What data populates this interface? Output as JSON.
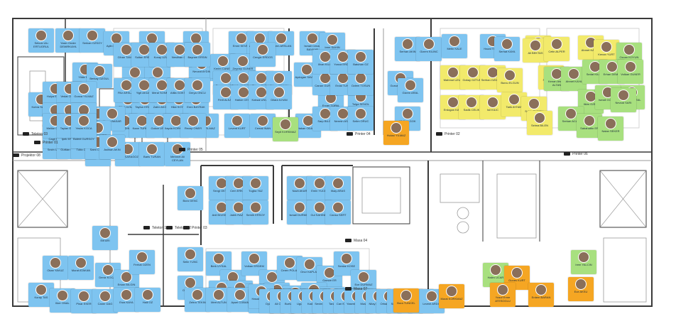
{
  "colors": {
    "standard": "#7ec4f0",
    "team_yellow": "#f2ea6b",
    "team_green": "#a8e07f",
    "manager_orange": "#f5a623",
    "purple": "#c99be0",
    "red": "#e11b1b",
    "wall": "#3a3a3a",
    "light_wall": "#9a9a9a",
    "floor_line": "#c8c8c8"
  },
  "people": [
    {
      "name": "Selcuk Ulu ERTUGRUL",
      "color": "standard"
    },
    {
      "name": "Yasin Onder DEMIRKAYA",
      "color": "standard"
    },
    {
      "name": "Serkan OZSOY",
      "color": "standard"
    },
    {
      "name": "Aylin BAYKARA",
      "color": "standard"
    },
    {
      "name": "Oguz Gokhan ERDOGAN",
      "color": "standard"
    },
    {
      "name": "Huseyin ERCAN",
      "color": "standard"
    },
    {
      "name": "Emre SEVER",
      "color": "standard"
    },
    {
      "name": "Ahmet Ali CETIN",
      "color": "standard"
    },
    {
      "name": "Erdem ARSLAN",
      "color": "standard"
    },
    {
      "name": "Ismail Cenan BAYKAR",
      "color": "standard"
    },
    {
      "name": "Yildiz KOC",
      "color": "standard"
    },
    {
      "name": "Berkay OZGUL",
      "color": "standard"
    },
    {
      "name": "Fatih KELES",
      "color": "standard"
    },
    {
      "name": "Erman OZDEMIR",
      "color": "standard"
    },
    {
      "name": "Nevzat AYDIN",
      "color": "standard"
    },
    {
      "name": "Kerim CANER",
      "color": "standard"
    },
    {
      "name": "Zeynep GUNER",
      "color": "standard"
    },
    {
      "name": "Cengiz ERDOS",
      "color": "standard"
    },
    {
      "name": "Aydogan SAVRAN",
      "color": "standard"
    },
    {
      "name": "Gokay GUNAL",
      "color": "standard"
    },
    {
      "name": "Serhan AKIN",
      "color": "standard"
    },
    {
      "name": "Gizem KILINC",
      "color": "standard"
    },
    {
      "name": "Gurcan ORMAN",
      "color": "standard"
    },
    {
      "name": "Ercan TOPAL",
      "color": "standard"
    },
    {
      "name": "Burak YILMAZ",
      "color": "standard"
    },
    {
      "name": "Levent KURT",
      "color": "standard"
    },
    {
      "name": "Cemal INAN",
      "color": "standard"
    },
    {
      "name": "Hakan ODABASI",
      "color": "standard"
    },
    {
      "name": "Meltem GOK",
      "color": "standard"
    },
    {
      "name": "Irem SAHIN",
      "color": "standard"
    },
    {
      "name": "Yusuf TOPRAK",
      "color": "standard"
    },
    {
      "name": "Melis KARAGOZ",
      "color": "standard"
    },
    {
      "name": "Baris TURAN",
      "color": "standard"
    },
    {
      "name": "Mehmet Ali CEYLAN",
      "color": "standard"
    },
    {
      "name": "Sinan OZKAN",
      "color": "standard"
    },
    {
      "name": "Tolga SENOL",
      "color": "standard"
    },
    {
      "name": "Kubra SAYGILI",
      "color": "standard"
    },
    {
      "name": "Okan YAVUZ",
      "color": "standard"
    },
    {
      "name": "Murat ATAKAN",
      "color": "standard"
    },
    {
      "name": "Deniz KOCAK",
      "color": "standard"
    },
    {
      "name": "Erkan BILGIN",
      "color": "standard"
    },
    {
      "name": "Ferhat OZEN",
      "color": "standard"
    },
    {
      "name": "Selin TUNC",
      "color": "standard"
    },
    {
      "name": "Ozan CELIK",
      "color": "standard"
    },
    {
      "name": "Berk UYSAL",
      "color": "standard"
    },
    {
      "name": "Derya AKSOY",
      "color": "standard"
    },
    {
      "name": "Volkan ERDEM",
      "color": "standard"
    },
    {
      "name": "Ayse YILDIZ",
      "color": "standard"
    },
    {
      "name": "Ceren POLAT",
      "color": "standard"
    },
    {
      "name": "Onur KAPLAN",
      "color": "standard"
    },
    {
      "name": "Gamze ER",
      "color": "standard"
    },
    {
      "name": "Serdar KOSE",
      "color": "standard"
    },
    {
      "name": "Ece DURMAZ",
      "color": "standard"
    },
    {
      "name": "Tarik UNAL",
      "color": "standard"
    },
    {
      "name": "Hande BAL",
      "color": "standard"
    },
    {
      "name": "Emel CAN",
      "color": "standard"
    },
    {
      "name": "Alper GUL",
      "color": "standard"
    },
    {
      "name": "Nur ASLAN",
      "color": "standard"
    },
    {
      "name": "Umut KARA",
      "color": "standard"
    },
    {
      "name": "Burcu SEN",
      "color": "standard"
    },
    {
      "name": "Koray TAS",
      "color": "standard"
    },
    {
      "name": "Ilker ONAL",
      "color": "standard"
    },
    {
      "name": "Pinar EKER",
      "color": "standard"
    },
    {
      "name": "Caner DAG",
      "color": "standard"
    },
    {
      "name": "Esra KAYA",
      "color": "standard"
    },
    {
      "name": "Halil OZ",
      "color": "standard"
    },
    {
      "name": "Zehra TEKIN",
      "color": "standard"
    },
    {
      "name": "Mert ALTUN",
      "color": "standard"
    },
    {
      "name": "Aysel COBAN",
      "color": "standard"
    },
    {
      "name": "Kenan ISIK",
      "color": "standard"
    },
    {
      "name": "Seda BOZ",
      "color": "standard"
    },
    {
      "name": "Ufuk ERGIN",
      "color": "standard"
    },
    {
      "name": "Nihat SARI",
      "color": "standard"
    },
    {
      "name": "Rabia KOC",
      "color": "standard"
    },
    {
      "name": "Yavuz DEMIR",
      "color": "standard"
    },
    {
      "name": "Elif ARI",
      "color": "standard"
    },
    {
      "name": "Bora GENC",
      "color": "standard"
    },
    {
      "name": "Sevgi OKTAY",
      "color": "standard"
    },
    {
      "name": "Cem ERKOC",
      "color": "standard"
    },
    {
      "name": "Tugba YAZ",
      "color": "standard"
    },
    {
      "name": "Anil BOZKURT",
      "color": "standard"
    },
    {
      "name": "Jaleh RAZAVI",
      "color": "standard"
    },
    {
      "name": "Semih ERSOY",
      "color": "standard"
    },
    {
      "name": "Nazli AKAR",
      "color": "standard"
    },
    {
      "name": "Emin YUCEL",
      "color": "standard"
    },
    {
      "name": "Ilkay ARAS",
      "color": "standard"
    },
    {
      "name": "Ismail DURMUS",
      "color": "standard"
    },
    {
      "name": "Gul SAHINER",
      "color": "standard"
    },
    {
      "name": "Cansu SERT",
      "color": "standard"
    },
    {
      "name": "Hasan GUNES",
      "color": "standard"
    },
    {
      "name": "Oya KILIC",
      "color": "standard"
    },
    {
      "name": "Ali OZTURK",
      "color": "standard"
    },
    {
      "name": "Burhan EMIR",
      "color": "standard"
    },
    {
      "name": "Ugur ATES",
      "color": "standard"
    },
    {
      "name": "Kader KAN",
      "color": "standard"
    },
    {
      "name": "Sevim DONMEZ",
      "color": "standard"
    },
    {
      "name": "Taner ASIK",
      "color": "standard"
    },
    {
      "name": "Can KARAMAN",
      "color": "standard"
    },
    {
      "name": "Yasemin ERBAS",
      "color": "standard"
    },
    {
      "name": "Mustafa ER",
      "color": "standard"
    },
    {
      "name": "Nilay DEMIRCI",
      "color": "standard"
    },
    {
      "name": "Orhan YAPICI",
      "color": "standard"
    },
    {
      "name": "Sena CELEBI",
      "color": "standard"
    },
    {
      "name": "Engin OZER",
      "color": "standard"
    },
    {
      "name": "Derin KAYNAR",
      "color": "standard"
    },
    {
      "name": "Levent ARDIC",
      "color": "standard"
    },
    {
      "name": "Sibel OZKAYA",
      "color": "standard"
    },
    {
      "name": "Tayfun ERGUN",
      "color": "standard"
    },
    {
      "name": "Zafer AKGUN",
      "color": "standard"
    },
    {
      "name": "Hilal SOYLU",
      "color": "standard"
    },
    {
      "name": "Eren BAYRAK",
      "color": "standard"
    },
    {
      "name": "Lale DINC",
      "color": "standard"
    },
    {
      "name": "Kaan TURKER",
      "color": "standard"
    },
    {
      "name": "Gokce USTA",
      "color": "standard"
    },
    {
      "name": "Ilayda KORKMAZ",
      "color": "standard"
    },
    {
      "name": "Recep ONER",
      "color": "standard"
    },
    {
      "name": "Duygu KESKIN",
      "color": "standard"
    },
    {
      "name": "Harun BASAR",
      "color": "standard"
    },
    {
      "name": "Bahar YENER",
      "color": "standard"
    },
    {
      "name": "Omer SEZER",
      "color": "standard"
    },
    {
      "name": "Sezin UCAR",
      "color": "standard"
    },
    {
      "name": "Gurkan ONAY",
      "color": "standard"
    },
    {
      "name": "Tuba ORAL",
      "color": "standard"
    },
    {
      "name": "Sami CINAR",
      "color": "standard"
    },
    {
      "name": "Aslihan AKIN",
      "color": "standard"
    },
    {
      "name": "Cagri KUS",
      "color": "standard"
    },
    {
      "name": "Ipek ERSAN",
      "color": "standard"
    },
    {
      "name": "Bulent GURSOY",
      "color": "standard"
    },
    {
      "name": "Hulya ERTAS",
      "color": "standard"
    },
    {
      "name": "Vedat OZSOY",
      "color": "standard"
    },
    {
      "name": "Gonca YILMAZ",
      "color": "standard"
    },
    {
      "name": "Arda EROL",
      "color": "standard"
    },
    {
      "name": "Nesrin BALCI",
      "color": "standard"
    },
    {
      "name": "Oktay SAHIN",
      "color": "standard"
    },
    {
      "name": "Melike CAKIR",
      "color": "standard"
    },
    {
      "name": "Taylan EVREN",
      "color": "standard"
    },
    {
      "name": "Yesim KOCA",
      "color": "standard"
    },
    {
      "name": "Cihan TANER",
      "color": "standard"
    },
    {
      "name": "Sultan ERBAY",
      "color": "standard"
    },
    {
      "name": "Koray UZUN",
      "color": "standard"
    },
    {
      "name": "Neslihan OK",
      "color": "standard"
    },
    {
      "name": "Bayram ERSIN",
      "color": "standard"
    },
    {
      "name": "Filiz ARSLAN",
      "color": "standard"
    },
    {
      "name": "Yigit AKDAG",
      "color": "standard"
    },
    {
      "name": "Meral SONMEZ",
      "color": "standard"
    },
    {
      "name": "Atilla GOKTAS",
      "color": "standard"
    },
    {
      "name": "Derya ONCU",
      "color": "standard"
    },
    {
      "name": "Ramazan YIGIT",
      "color": "standard"
    },
    {
      "name": "Sevda KURTULUS",
      "color": "standard"
    },
    {
      "name": "Tamer OZBEK",
      "color": "standard"
    },
    {
      "name": "Aysun ERKAN",
      "color": "standard"
    },
    {
      "name": "Ferit ALKAN",
      "color": "standard"
    },
    {
      "name": "Hatice CEVIK",
      "color": "standard"
    },
    {
      "name": "Koksal UNVER",
      "color": "standard"
    },
    {
      "name": "Dilara ILHAN",
      "color": "standard"
    },
    {
      "name": "Sarp BILGE",
      "color": "standard"
    },
    {
      "name": "Nermin ASAR",
      "color": "standard"
    },
    {
      "name": "Selim ORUC",
      "color": "standard"
    },
    {
      "name": "Canan GURSEL",
      "color": "standard"
    },
    {
      "name": "Erdal TUNA",
      "color": "standard"
    },
    {
      "name": "Ozlem TOSUN",
      "color": "standard"
    },
    {
      "name": "Ilhan KILIC",
      "color": "standard"
    },
    {
      "name": "Yonca ERDAL",
      "color": "standard"
    },
    {
      "name": "Batuhan OZ",
      "color": "standard"
    },
    {
      "name": "Gizem ARAL",
      "color": "standard"
    },
    {
      "name": "Metin KALE",
      "color": "standard"
    },
    {
      "name": "Hazal TOPCU",
      "color": "standard"
    },
    {
      "name": "Serhat KAYA",
      "color": "standard"
    },
    {
      "name": "Jaleh ILGAZ",
      "color": "team_yellow"
    },
    {
      "name": "Mahmut UZUN",
      "color": "team_yellow"
    },
    {
      "name": "Gokay OZTURK",
      "color": "team_yellow"
    },
    {
      "name": "Serhan OZDEMIR",
      "color": "team_yellow"
    },
    {
      "name": "Burcu ELGUN",
      "color": "team_yellow"
    },
    {
      "name": "Erdogan KAYA",
      "color": "team_yellow"
    },
    {
      "name": "Sadik CELIK",
      "color": "team_yellow"
    },
    {
      "name": "Isil KILIC",
      "color": "team_yellow"
    },
    {
      "name": "Tarik AYHAN",
      "color": "team_yellow"
    },
    {
      "name": "Sahin GUNEY",
      "color": "team_yellow"
    },
    {
      "name": "Selma BILEN",
      "color": "team_yellow"
    },
    {
      "name": "Ali BEKTAS",
      "color": "team_yellow"
    },
    {
      "name": "Semih ERAL",
      "color": "team_yellow"
    },
    {
      "name": "Cetin ALPER",
      "color": "team_yellow"
    },
    {
      "name": "Ahmet KARAN",
      "color": "team_yellow"
    },
    {
      "name": "Kenan YURT",
      "color": "team_yellow"
    },
    {
      "name": "Ozcan KOYUN",
      "color": "team_green"
    },
    {
      "name": "Kenan Ahmet ALTAN",
      "color": "team_green"
    },
    {
      "name": "Ahmet KAYA",
      "color": "team_green"
    },
    {
      "name": "Sedat KILINC",
      "color": "team_green"
    },
    {
      "name": "Erhan DEMIR",
      "color": "team_green"
    },
    {
      "name": "Volkan GUNER",
      "color": "team_green"
    },
    {
      "name": "Meltem ORAL",
      "color": "team_green"
    },
    {
      "name": "Ilkim OZER",
      "color": "team_green"
    },
    {
      "name": "Ismail GOKCE",
      "color": "team_green"
    },
    {
      "name": "Nevzat SARI",
      "color": "team_green"
    },
    {
      "name": "Serkan ACAR",
      "color": "team_green"
    },
    {
      "name": "Sabahattin ER",
      "color": "team_green"
    },
    {
      "name": "Nalan SEKER",
      "color": "team_green"
    },
    {
      "name": "Seyit KORKMAZ",
      "color": "team_green"
    },
    {
      "name": "Irem YALCIN",
      "color": "team_green"
    },
    {
      "name": "Halim UCAR",
      "color": "team_green"
    },
    {
      "name": "Gunes KURT",
      "color": "manager_orange"
    },
    {
      "name": "Yusuf Emre ATESOGLU",
      "color": "manager_orange"
    },
    {
      "name": "Erdem BARAN",
      "color": "manager_orange"
    },
    {
      "name": "Ece AKSU",
      "color": "manager_orange"
    },
    {
      "name": "Murat KORKMAZ",
      "color": "manager_orange"
    },
    {
      "name": "Bora TUNCEL",
      "color": "manager_orange"
    },
    {
      "name": "Hulusi YILMAZ",
      "color": "manager_orange"
    },
    {
      "name": "Nisa YILDIRIM",
      "color": "purple"
    },
    {
      "name": "Ahmet TEKIN",
      "color": "team_green"
    },
    {
      "name": "Yeter KOSE",
      "color": "red"
    }
  ],
  "rooms": [
    {
      "label": "Printer 04"
    },
    {
      "label": "Printer 02"
    },
    {
      "label": "Printer 05"
    },
    {
      "label": "Printer 03"
    },
    {
      "label": "Printer 01"
    },
    {
      "label": "Printer 06"
    },
    {
      "label": "Teleton 03"
    },
    {
      "label": "Projektor 08"
    },
    {
      "label": "Teleton 10"
    },
    {
      "label": "Teleton 12"
    },
    {
      "label": "Masa 07"
    },
    {
      "label": "Masa 04"
    }
  ]
}
